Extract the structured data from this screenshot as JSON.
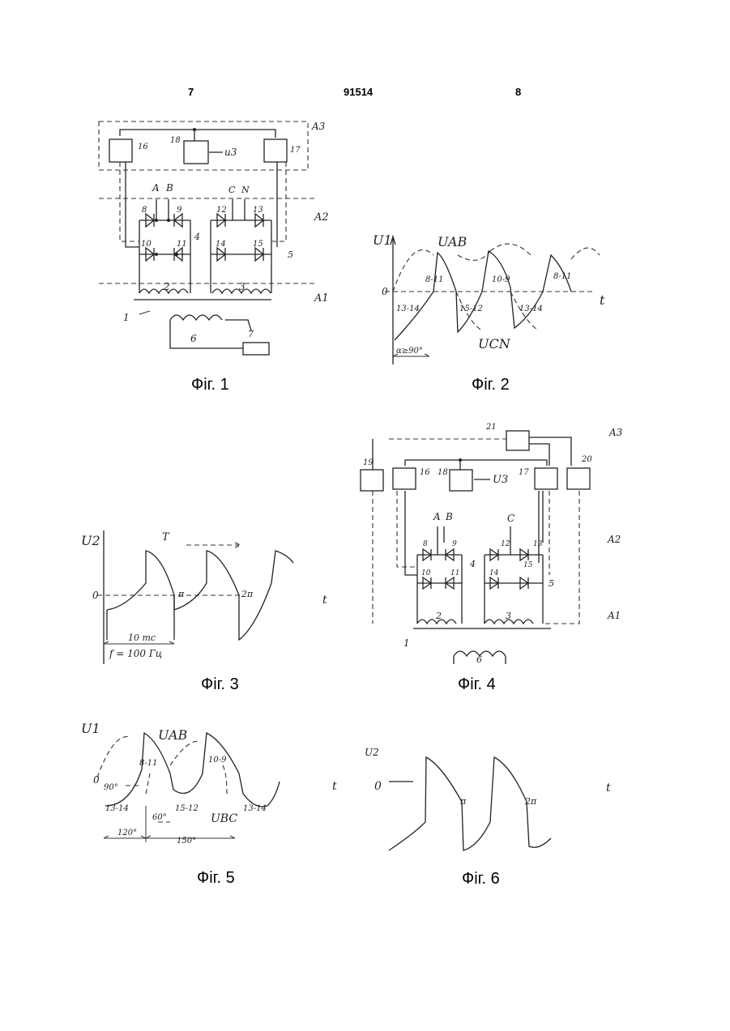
{
  "header": {
    "left_page": "7",
    "patent_number": "91514",
    "right_page": "8"
  },
  "fig1": {
    "caption": "Фіг. 1",
    "labels": {
      "b16": "16",
      "b18": "18",
      "u3": "u3",
      "b17": "17",
      "a3": "A3",
      "A": "A",
      "B": "B",
      "C": "C",
      "N": "N",
      "a2": "A2",
      "a1": "A1",
      "d8": "8",
      "d9": "9",
      "d10": "10",
      "d11": "11",
      "d12": "12",
      "d13": "13",
      "d14": "14",
      "d15": "15",
      "n4": "4",
      "n5": "5",
      "w2": "2",
      "w3": "3",
      "n1": "1",
      "w6": "6",
      "n7": "7"
    }
  },
  "fig2": {
    "caption": "Фіг. 2",
    "labels": {
      "u1": "U1",
      "uab": "UAB",
      "zero": "0",
      "t": "t",
      "ucn": "UCN",
      "s1": "13-14",
      "s2": "8-11",
      "s3": "15-12",
      "s4": "10-9",
      "s5": "13-14",
      "s6": "8-11",
      "alpha": "α≥90°"
    }
  },
  "fig3": {
    "caption": "Фіг. 3",
    "labels": {
      "u2": "U2",
      "T": "T",
      "zero": "0",
      "pi": "π",
      "twopi": "2π",
      "period": "10 mc",
      "freq": "f = 100 Гц",
      "t": "t"
    }
  },
  "fig4": {
    "caption": "Фіг. 4",
    "labels": {
      "b21": "21",
      "a3": "A3",
      "b19": "19",
      "b16": "16",
      "b18": "18",
      "u3": "U3",
      "b17": "17",
      "b20": "20",
      "A": "A",
      "B": "B",
      "C": "C",
      "a2": "A2",
      "a1": "A1",
      "d8": "8",
      "d9": "9",
      "d10": "10",
      "d11": "11",
      "d12": "12",
      "d13": "13",
      "d14": "14",
      "d15": "15",
      "n4": "4",
      "n5": "5",
      "w2": "2",
      "w3": "3",
      "n1": "1",
      "w6": "6"
    }
  },
  "fig5": {
    "caption": "Фіг. 5",
    "labels": {
      "u1": "U1",
      "uab": "UAB",
      "zero": "0",
      "a90": "90°",
      "s1": "8-11",
      "s2": "10-9",
      "s3": "13-14",
      "s4": "15-12",
      "s5": "13-14",
      "a60": "60°",
      "ubc": "UBC",
      "a120": "120°",
      "a150": "150°"
    }
  },
  "fig6": {
    "caption": "Фіг. 6",
    "labels": {
      "u2": "U2",
      "zero": "0",
      "pi": "π",
      "twopi": "2π",
      "t": "t",
      "tl": "t"
    }
  }
}
